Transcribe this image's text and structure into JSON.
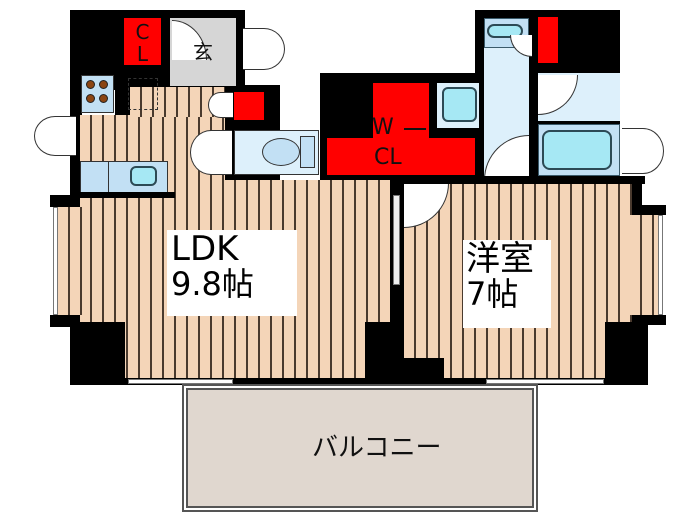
{
  "floorplan": {
    "rooms": {
      "ldk": {
        "name": "LDK",
        "size": "9.8帖"
      },
      "bedroom": {
        "name": "洋室",
        "size": "7帖"
      },
      "balcony": {
        "name": "バルコニー"
      },
      "entrance": {
        "name": "玄"
      },
      "closet": {
        "line1": "C",
        "line2": "L"
      },
      "walk_in_closet": {
        "line1": "W",
        "line2": "CL"
      }
    },
    "colors": {
      "wall": "#000000",
      "floor": "#f4d5b8",
      "floor_lines": "#4a3a2e",
      "storage": "#ff0000",
      "wet_area": "#ddf0fb",
      "fixture": "#a6e8f4",
      "entrance": "#d6d6d6",
      "balcony": "#e0d7cf",
      "burner": "#8b4513"
    },
    "icons": [
      "stove-burner-icon",
      "toilet-icon",
      "bathtub-icon",
      "washbasin-icon",
      "washing-machine-icon",
      "sink-icon",
      "door-swing-icon"
    ]
  }
}
